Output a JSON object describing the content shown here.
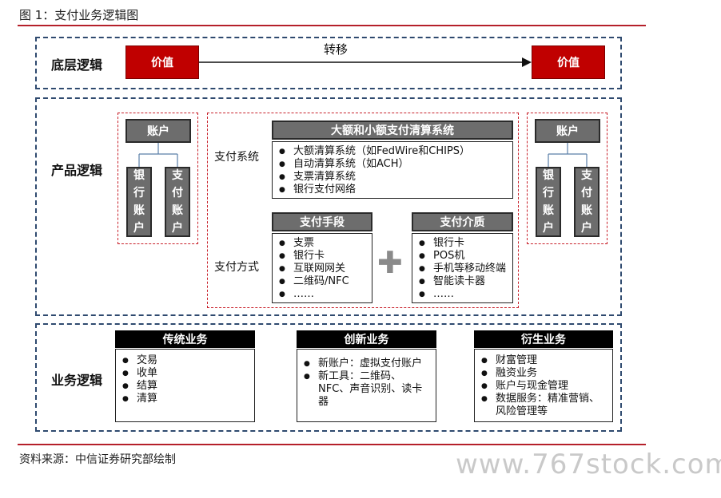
{
  "figure_title": "图 1：支付业务逻辑图",
  "bottom_logic": {
    "label": "底层逻辑",
    "left_value": "价值",
    "right_value": "价值",
    "arrow_label": "转移"
  },
  "product_logic": {
    "label": "产品逻辑",
    "left_account": {
      "header": "账户",
      "sub_left": "银行账户",
      "sub_right": "支付账户"
    },
    "right_account": {
      "header": "账户",
      "sub_left": "银行账户",
      "sub_right": "支付账户"
    },
    "payment_system": {
      "side_label": "支付系统",
      "header": "大额和小额支付清算系统",
      "items": [
        "大额清算系统（如FedWire和CHIPS）",
        "自动清算系统（如ACH）",
        "支票清算系统",
        "银行支付网络"
      ]
    },
    "payment_method": {
      "side_label": "支付方式",
      "means": {
        "header": "支付手段",
        "items": [
          "支票",
          "银行卡",
          "互联网网关",
          "二维码/NFC",
          "……"
        ]
      },
      "plus": "✚",
      "media": {
        "header": "支付介质",
        "items": [
          "银行卡",
          "POS机",
          "手机等移动终端",
          "智能读卡器",
          "……"
        ]
      }
    }
  },
  "business_logic": {
    "label": "业务逻辑",
    "traditional": {
      "header": "传统业务",
      "items": [
        "交易",
        "收单",
        "结算",
        "清算"
      ]
    },
    "innovative": {
      "header": "创新业务",
      "items": [
        "新账户：虚拟支付账户",
        "新工具：二维码、NFC、声音识别、读卡器"
      ]
    },
    "derivative": {
      "header": "衍生业务",
      "items": [
        "财富管理",
        "融资业务",
        "账户与现金管理",
        "数据服务：精准营销、风险管理等"
      ]
    }
  },
  "source": "资料来源：中信证券研究部绘制",
  "watermark": "www.767stock.com",
  "colors": {
    "accent_red": "#c00000",
    "rule_red": "#b5202a",
    "dashed_blue": "#2f4a6f",
    "grey_box": "#6d6d6d",
    "header_black": "#000000"
  }
}
